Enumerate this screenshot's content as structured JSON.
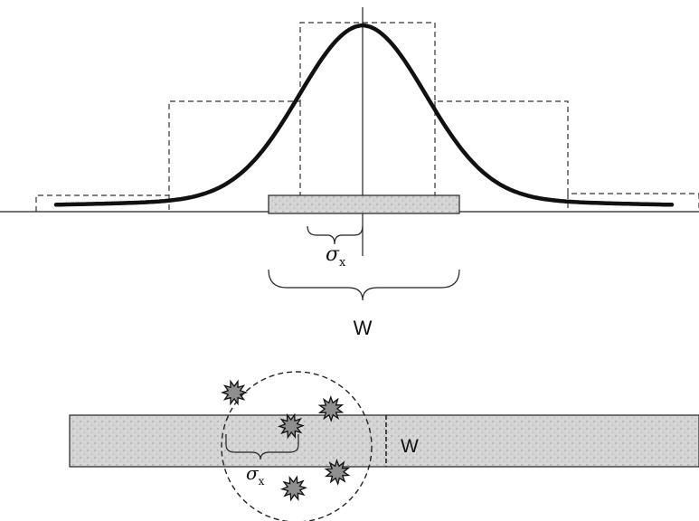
{
  "top": {
    "sigma_symbol": "σ",
    "sigma_subscript": "x",
    "width_label": "W"
  },
  "bottom": {
    "sigma_symbol": "σ",
    "sigma_subscript": "x",
    "width_label": "W"
  },
  "colors": {
    "curve": "#111111",
    "bar_fill": "#cfcfcf",
    "outline": "#222222"
  }
}
